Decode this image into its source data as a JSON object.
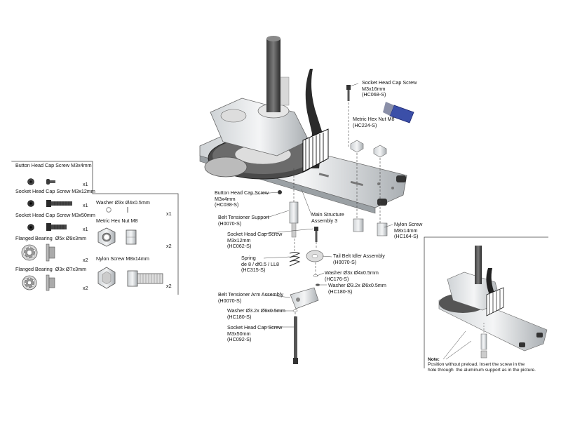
{
  "parts_list": {
    "items": [
      {
        "name": "Button Head Cap Screw M3x4mm",
        "qty": "x1"
      },
      {
        "name": "Socket Head Cap Screw M3x12mm",
        "qty": "x1"
      },
      {
        "name": "Socket Head Cap Screw M3x50mm",
        "qty": "x1"
      },
      {
        "name": "Washer Ø3x Ø4x0.5mm",
        "qty": "x1"
      },
      {
        "name": "Metric Hex Nut M8",
        "qty": "x2"
      },
      {
        "name": "Flanged Bearing  Ø5x Ø9x3mm",
        "qty": "x2"
      },
      {
        "name": "Flanged Bearing  Ø3x Ø7x3mm",
        "qty": "x2"
      },
      {
        "name": "Nylon Screw M8x14mm",
        "qty": "x2"
      }
    ]
  },
  "callouts": [
    {
      "text": "Socket Head Cap Screw\nM3x16mm\n(HC068-S)"
    },
    {
      "text": "Metric Hex Nut M8\n(HC224-S)"
    },
    {
      "text": "Button Head Cap Screw\nM3x4mm\n(HC038-S)"
    },
    {
      "text": "Main Structure\nAssembly 3"
    },
    {
      "text": "Belt Tensioner Support\n(H0070-S)"
    },
    {
      "text": "Nylon Screw\nM8x14mm\n(HC164-S)"
    },
    {
      "text": "Socket Head Cap Screw\nM3x12mm\n(HC062-S)"
    },
    {
      "text": "Spring\nde 8 / df0.5 / LL8\n(HC315-S)"
    },
    {
      "text": "Tail Belt Idler Assembly\n(H0070-S)"
    },
    {
      "text": "Washer Ø3x Ø4x0.5mm\n(HC176-S)"
    },
    {
      "text": "Washer Ø3.2x Ø6x0.5mm\n(HC180-S)"
    },
    {
      "text": "Belt Tensioner Arm Assembly\n(H0070-S)"
    },
    {
      "text": "Washer Ø3.2x Ø6x0.5mm\n(HC180-S)"
    },
    {
      "text": "Socket Head Cap Screw\nM3x50mm\n(HC092-S)"
    }
  ],
  "note": {
    "title": "Note:",
    "body": "Position without preload. Insert the screw in the\nhole through  the aluminum support as in the picture."
  }
}
